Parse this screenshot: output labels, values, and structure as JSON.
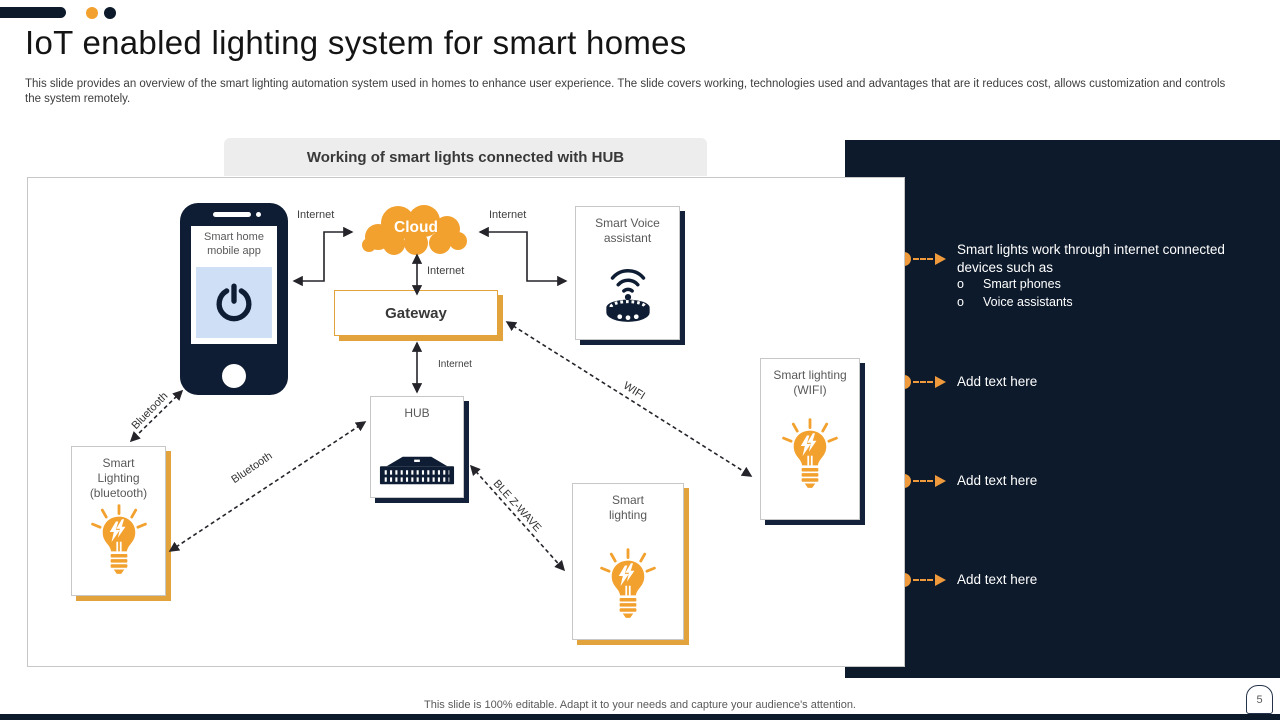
{
  "slide": {
    "title": "IoT enabled lighting system for smart homes",
    "subtitle": "This slide provides an overview of the smart lighting automation system used in homes to enhance user experience. The slide covers working, technologies used and advantages that are it reduces cost, allows customization and controls the system remotely.",
    "footer": "This slide is 100% editable.  Adapt it to your needs and capture your audience's attention.",
    "page_number": "5"
  },
  "diagram": {
    "header": "Working of smart lights connected with HUB",
    "nodes": {
      "phone": {
        "label": "Smart home mobile app"
      },
      "cloud": {
        "label": "Cloud"
      },
      "gateway": {
        "label": "Gateway"
      },
      "hub": {
        "label": "HUB"
      },
      "voice_assistant": {
        "label": "Smart Voice assistant"
      },
      "light_bluetooth": {
        "label": "Smart Lighting (bluetooth)"
      },
      "light_wifi": {
        "label": "Smart lighting (WIFI)"
      },
      "light_plain": {
        "label": "Smart lighting"
      }
    },
    "edge_labels": {
      "internet_phone_cloud": "Internet",
      "internet_cloud_voice": "Internet",
      "internet_cloud_gateway": "Internet",
      "internet_gateway_hub": "Internet",
      "bluetooth_phone_light": "Bluetooth",
      "bluetooth_light_hub": "Bluetooth",
      "wifi_gateway_light": "WIFI",
      "ble_hub_light": "BLE Z-WAVE"
    }
  },
  "panel": {
    "items": [
      {
        "text": "Smart lights work through internet connected devices such as",
        "sub_bullet": "o",
        "sub": [
          "Smart phones",
          "Voice assistants"
        ]
      },
      {
        "text": "Add text here"
      },
      {
        "text": "Add text here"
      },
      {
        "text": "Add text here"
      }
    ]
  },
  "colors": {
    "navy": "#0D1A2B",
    "orange": "#F2A12F",
    "panel_bg": "#0D1A2B",
    "header_bg": "#EDEDED"
  }
}
